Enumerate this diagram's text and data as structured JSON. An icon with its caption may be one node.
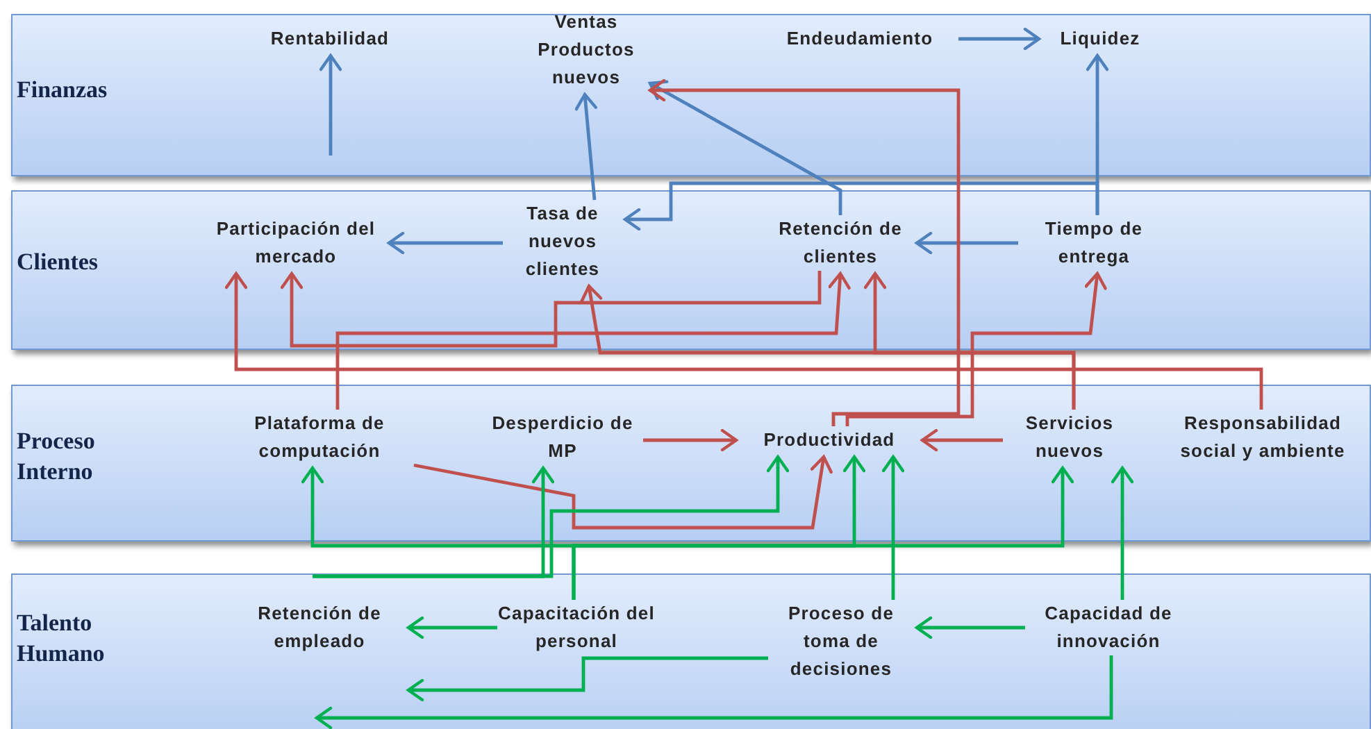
{
  "diagram": {
    "nodes": [
      {
        "text": [
          "Finanzas"
        ]
      },
      {
        "text": [
          "Rentabilidad"
        ],
        "in": 0
      },
      {
        "text": [
          "Ventas Productos nuevos"
        ],
        "in": 0
      },
      {
        "text": [
          "Endeudamiento"
        ],
        "in": 0
      },
      {
        "text": [
          "Liquidez"
        ],
        "in": 0
      },
      {
        "text": [
          "Clientes"
        ]
      },
      {
        "text": [
          "Participación del mercado"
        ],
        "in": 5
      },
      {
        "text": [
          "Tasa de nuevos clientes"
        ],
        "in": 5
      },
      {
        "text": [
          "Retención de clientes"
        ],
        "in": 5
      },
      {
        "text": [
          "Tiempo de entrega"
        ],
        "in": 5
      },
      {
        "text": [
          "Proceso Interno"
        ]
      },
      {
        "text": [
          "Plataforma de computación"
        ],
        "in": 10
      },
      {
        "text": [
          "Desperdicio de MP"
        ],
        "in": 10
      },
      {
        "text": [
          "Productividad"
        ],
        "in": 10
      },
      {
        "text": [
          "Servicios nuevos"
        ],
        "in": 10
      },
      {
        "text": [
          "Responsabilidad social y ambiente"
        ],
        "in": 10
      },
      {
        "text": [
          "Talento Humano"
        ]
      },
      {
        "text": [
          "Retención de empleado"
        ],
        "in": 16
      },
      {
        "text": [
          "Capacitación del personal"
        ],
        "in": 16
      },
      {
        "text": [
          "Proceso de toma de decisiones"
        ],
        "in": 16
      },
      {
        "text": [
          "Capacidad de innovación"
        ],
        "in": 16
      }
    ],
    "edges": [
      {
        "from": null,
        "to": 1,
        "arrow": "to",
        "color": "#4f81bd"
      },
      {
        "from": 7,
        "to": 2,
        "arrow": "to",
        "color": "#4f81bd"
      },
      {
        "from": 3,
        "to": 4,
        "arrow": "to",
        "color": "#4f81bd"
      },
      {
        "from": 8,
        "to": 2,
        "arrow": "to",
        "color": "#4f81bd"
      },
      {
        "from": 9,
        "to": 4,
        "arrow": "to",
        "color": "#4f81bd"
      },
      {
        "from": 9,
        "to": 7,
        "arrow": "to",
        "color": "#4f81bd"
      },
      {
        "from": 9,
        "to": 8,
        "arrow": "to",
        "color": "#4f81bd"
      },
      {
        "from": 7,
        "to": 6,
        "arrow": "to",
        "color": "#4f81bd"
      },
      {
        "from": 13,
        "to": 2,
        "arrow": "to",
        "color": "#c0504d"
      },
      {
        "from": 13,
        "to": 9,
        "arrow": "to",
        "color": "#c0504d"
      },
      {
        "from": 14,
        "to": 8,
        "arrow": "to",
        "color": "#c0504d"
      },
      {
        "from": 14,
        "to": 7,
        "arrow": "to",
        "color": "#c0504d"
      },
      {
        "from": 15,
        "to": 6,
        "arrow": "to",
        "color": "#c0504d"
      },
      {
        "from": 11,
        "to": 8,
        "arrow": "to",
        "color": "#c0504d"
      },
      {
        "from": 8,
        "to": 6,
        "arrow": "to",
        "color": "#c0504d"
      },
      {
        "from": 12,
        "to": 13,
        "arrow": "to",
        "color": "#c0504d"
      },
      {
        "from": 14,
        "to": 13,
        "arrow": "to",
        "color": "#c0504d"
      },
      {
        "from": 11,
        "to": 13,
        "arrow": "to",
        "color": "#c0504d"
      },
      {
        "from": 18,
        "to": 17,
        "arrow": "to",
        "color": "#00b050"
      },
      {
        "from": 20,
        "to": 19,
        "arrow": "to",
        "color": "#00b050"
      },
      {
        "from": 20,
        "to": 14,
        "arrow": "to",
        "color": "#00b050"
      },
      {
        "from": 19,
        "to": 13,
        "arrow": "to",
        "color": "#00b050"
      },
      {
        "from": 18,
        "to": 11,
        "arrow": "to",
        "color": "#00b050"
      },
      {
        "from": 18,
        "to": 13,
        "arrow": "to",
        "color": "#00b050"
      },
      {
        "from": 18,
        "to": 14,
        "arrow": "to",
        "color": "#00b050"
      },
      {
        "from": 16,
        "to": 12,
        "arrow": "to",
        "color": "#00b050"
      },
      {
        "from": 16,
        "to": 13,
        "arrow": "to",
        "color": "#00b050"
      },
      {
        "from": 19,
        "to": 17,
        "arrow": "to",
        "color": "#00b050"
      },
      {
        "from": 20,
        "to": null,
        "arrow": "to",
        "color": "#00b050"
      }
    ]
  }
}
